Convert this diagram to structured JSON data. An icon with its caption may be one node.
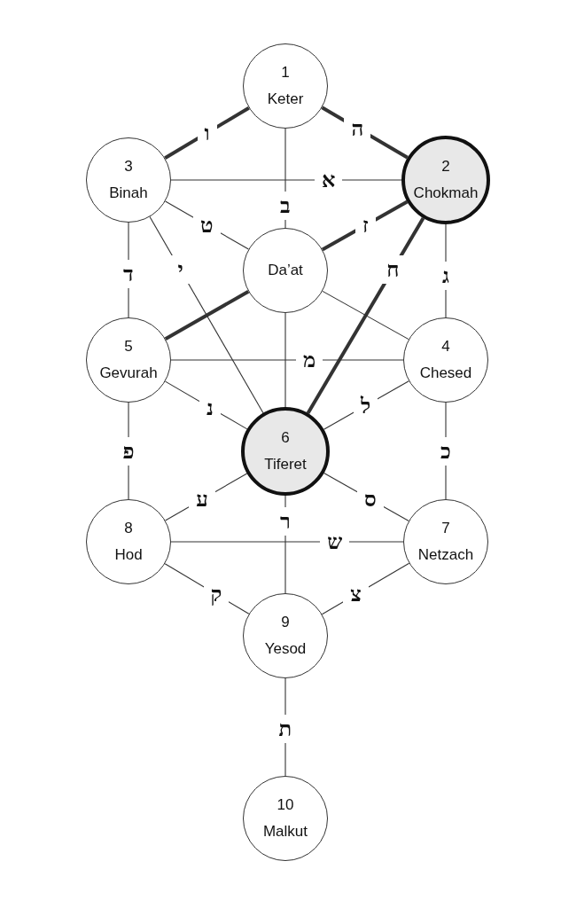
{
  "diagram": {
    "nodes": [
      {
        "text": [
          "1",
          "Keter"
        ]
      },
      {
        "text": [
          "3",
          "Binah"
        ]
      },
      {
        "text": [
          "2",
          "Chokmah"
        ]
      },
      {
        "text": [
          "Da’at"
        ]
      },
      {
        "text": [
          "5",
          "Gevurah"
        ]
      },
      {
        "text": [
          "4",
          "Chesed"
        ]
      },
      {
        "text": [
          "6",
          "Tiferet"
        ]
      },
      {
        "text": [
          "8",
          "Hod"
        ]
      },
      {
        "text": [
          "7",
          "Netzach"
        ]
      },
      {
        "text": [
          "9",
          "Yesod"
        ]
      },
      {
        "text": [
          "10",
          "Malkut"
        ]
      }
    ],
    "edges": [
      {
        "from": 0,
        "to": 1,
        "arrow": "none",
        "label": "ו",
        "style": "thick"
      },
      {
        "from": 0,
        "to": 2,
        "arrow": "none",
        "label": "ה",
        "style": "thick"
      },
      {
        "from": 0,
        "to": 3,
        "arrow": "none",
        "label": "ב"
      },
      {
        "from": 1,
        "to": 2,
        "arrow": "none",
        "label": "א"
      },
      {
        "from": 1,
        "to": 3,
        "arrow": "none",
        "label": "ט"
      },
      {
        "from": 1,
        "to": 6,
        "arrow": "none",
        "label": "י"
      },
      {
        "from": 1,
        "to": 4,
        "arrow": "none",
        "label": "ד"
      },
      {
        "from": 2,
        "to": 3,
        "arrow": "none",
        "label": "ז",
        "style": "thick"
      },
      {
        "from": 2,
        "to": 6,
        "arrow": "none",
        "label": "ח",
        "style": "thick"
      },
      {
        "from": 2,
        "to": 5,
        "arrow": "none",
        "label": "ג"
      },
      {
        "from": 3,
        "to": 4,
        "arrow": "none",
        "style": "thick"
      },
      {
        "from": 3,
        "to": 5,
        "arrow": "none"
      },
      {
        "from": 3,
        "to": 6,
        "arrow": "none"
      },
      {
        "from": 4,
        "to": 5,
        "arrow": "none",
        "label": "מ"
      },
      {
        "from": 4,
        "to": 6,
        "arrow": "none",
        "label": "נ"
      },
      {
        "from": 5,
        "to": 6,
        "arrow": "none",
        "label": "ל"
      },
      {
        "from": 4,
        "to": 7,
        "arrow": "none",
        "label": "פ"
      },
      {
        "from": 5,
        "to": 8,
        "arrow": "none",
        "label": "כ"
      },
      {
        "from": 6,
        "to": 7,
        "arrow": "none",
        "label": "ע"
      },
      {
        "from": 6,
        "to": 8,
        "arrow": "none",
        "label": "ס"
      },
      {
        "from": 6,
        "to": 9,
        "arrow": "none",
        "label": "ר"
      },
      {
        "from": 7,
        "to": 8,
        "arrow": "none",
        "label": "ש"
      },
      {
        "from": 7,
        "to": 9,
        "arrow": "none",
        "label": "ק"
      },
      {
        "from": 8,
        "to": 9,
        "arrow": "none",
        "label": "צ"
      },
      {
        "from": 9,
        "to": 10,
        "arrow": "none",
        "label": "ת"
      }
    ]
  }
}
